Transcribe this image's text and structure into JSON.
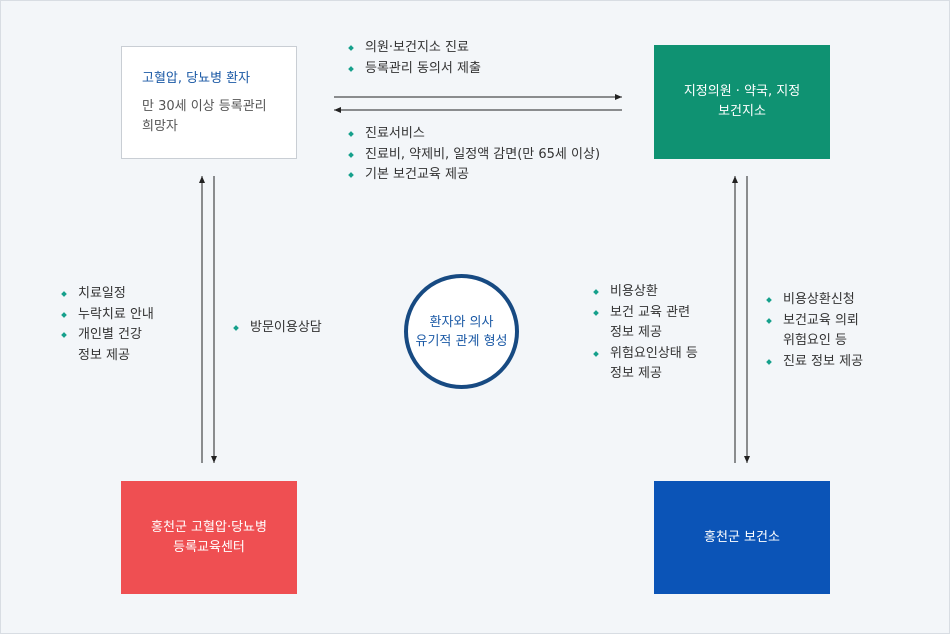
{
  "boxes": {
    "patient": {
      "title": "고혈압, 당뇨병 환자",
      "line1": "만 30세 이상 등록관리",
      "line2": "희망자"
    },
    "clinic": {
      "line1": "지정의원 · 약국, 지정",
      "line2": "보건지소"
    },
    "center": {
      "line1": "홍천군 고혈압·당뇨병",
      "line2": "등록교육센터"
    },
    "health": {
      "line1": "홍천군 보건소"
    }
  },
  "center_circle": {
    "line1": "환자와 의사",
    "line2": "유기적 관계 형성"
  },
  "lists": {
    "top_upper": [
      "의원·보건지소 진료",
      "등록관리 동의서 제출"
    ],
    "top_lower": [
      "진료서비스",
      "진료비, 약제비, 일정액 감면(만 65세 이상)",
      "기본 보건교육 제공"
    ],
    "left_outer": [
      {
        "a": "치료일정",
        "b": ""
      },
      {
        "a": "누락치료 안내",
        "b": ""
      },
      {
        "a": "개인별 건강",
        "b": "정보 제공"
      }
    ],
    "left_inner": [
      "방문이용상담"
    ],
    "right_inner": [
      {
        "a": "비용상환",
        "b": ""
      },
      {
        "a": "보건 교육 관련",
        "b": "정보 제공"
      },
      {
        "a": "위험요인상태 등",
        "b": "정보 제공"
      }
    ],
    "right_outer": [
      {
        "a": "비용상환신청",
        "b": ""
      },
      {
        "a": "보건교육 의뢰",
        "b": "위험요인 등"
      },
      {
        "a": "진료 정보 제공",
        "b": ""
      }
    ]
  },
  "colors": {
    "clinic": "#0f9272",
    "center": "#ef4f52",
    "health": "#0b54b7",
    "bullet": "#16a08c",
    "circle_border": "#174a82"
  }
}
